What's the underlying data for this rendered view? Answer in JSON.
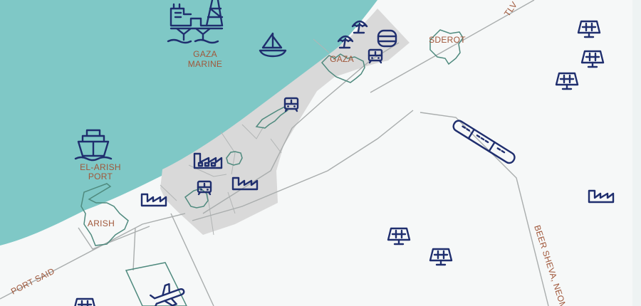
{
  "map": {
    "colors": {
      "sea": "#7fc8c6",
      "land": "#f6f8f8",
      "gaza_strip": "#d9d9d9",
      "icon": "#1f2e6e",
      "label": "#a0573a",
      "road": "#a9adad",
      "city_outline": "#4f8a7e"
    },
    "labels": {
      "gaza_marine_line1": "GAZA",
      "gaza_marine_line2": "MARINE",
      "gaza": "GAZA",
      "sderot": "SDEROT",
      "el_arish_port_line1": "EL-ARISH",
      "el_arish_port_line2": "PORT",
      "arish": "ARISH",
      "port_said": "PORT SAID",
      "tlv": "TLV",
      "beer_sheva": "BEER SHEVA, NEOM"
    },
    "icons": {
      "offshore_platform": "oil-rig-icon",
      "sailboat": "sailboat-icon",
      "beach_umbrellas": "beach-umbrella-icon",
      "storage": "storage-tank-icon",
      "train_stations": "train-icon",
      "factories": "factory-icon",
      "ship": "ship-icon",
      "solar_panels": "solar-panel-icon",
      "high_speed_train": "high-speed-train-icon",
      "airport": "airplane-icon"
    }
  }
}
